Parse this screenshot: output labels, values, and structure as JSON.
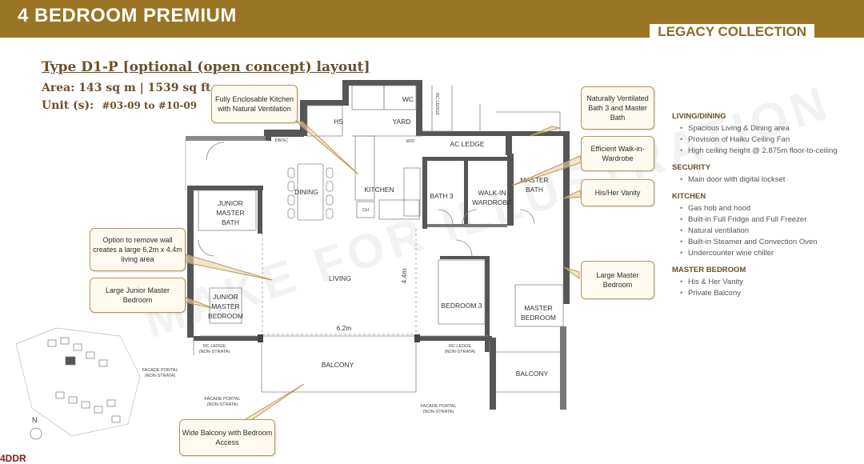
{
  "header": {
    "title": "4 BEDROOM PREMIUM",
    "collection": "LEGACY COLLECTION"
  },
  "unit_info": {
    "type_title": "Type D1-P [optional (open concept) layout]",
    "area": "Area: 143 sq m | 1539 sq ft",
    "unit_label": "Unit (s):",
    "unit_range": "#03-09 to #10-09"
  },
  "rooms": {
    "hs": "HS",
    "yard": "YARD",
    "wc": "WC",
    "ac_ledge": "AC LEDGE",
    "dining": "DINING",
    "kitchen": "KITCHEN",
    "bath3": "BATH 3",
    "walk_in_1": "WALK-IN",
    "walk_in_2": "WARDROBE",
    "master_bath_1": "MASTER",
    "master_bath_2": "BATH",
    "junior_bath_1": "JUNIOR",
    "junior_bath_2": "MASTER",
    "junior_bath_3": "BATH",
    "living": "LIVING",
    "junior_bed_1": "JUNIOR",
    "junior_bed_2": "MASTER",
    "junior_bed_3": "BEDROOM",
    "bedroom3": "BEDROOM 3",
    "master_bed_1": "MASTER",
    "master_bed_2": "BEDROOM",
    "balcony_main": "BALCONY",
    "balcony_master": "BALCONY",
    "rc_ledge": "RC LEDGE",
    "non_strata": "(NON-STRATA)",
    "facade_portal": "FACADE PORTAL",
    "dim_w": "6.2m",
    "dim_h": "4.4m",
    "db": "DB/SC",
    "wd": "W/D",
    "ch": "CH"
  },
  "callouts": {
    "kitchen": "Fully Enclosable Kitchen with Natural Ventilation",
    "ventilated_bath": "Naturally Ventilated Bath 3 and Master Bath",
    "walk_in": "Efficient Walk-in-Wardrobe",
    "vanity": "His/Her Vanity",
    "remove_wall": "Option to remove wall creates a large 6.2m x 4.4m living area",
    "junior_master": "Large Junior Master Bedroom",
    "large_master": "Large Master Bedroom",
    "balcony": "Wide Balcony with Bedroom Access"
  },
  "specs": {
    "living_dining": {
      "title": "LIVING/DINING",
      "items": [
        "Spacious Living & Dining area",
        "Provision of Haiku Ceiling Fan",
        "High ceiling height @ 2.875m floor-to-ceiling"
      ]
    },
    "security": {
      "title": "SECURITY",
      "items": [
        "Main door with digital lockset"
      ]
    },
    "kitchen": {
      "title": "KITCHEN",
      "items": [
        "Gas hob and hood",
        "Built-in Full Fridge and Full Freezer",
        "Natural ventilation",
        "Built-in Steamer and Convection Oven",
        "Undercounter wine chiller"
      ]
    },
    "master_bedroom": {
      "title": "MASTER BEDROOM",
      "items": [
        "His & Her Vanity",
        "Private Balcony"
      ]
    }
  },
  "keyplan": {
    "north": "N"
  },
  "footer": {
    "logo": "4DDR"
  },
  "colors": {
    "header_bg": "#9a7525",
    "accent_text": "#6b4f2a",
    "wall": "#555555",
    "callout_border": "#b8945a"
  }
}
